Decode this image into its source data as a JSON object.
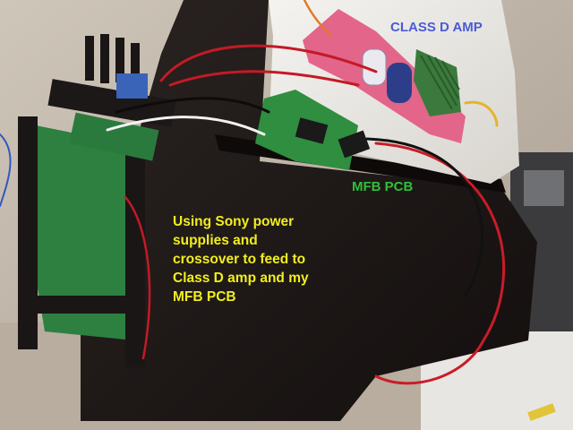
{
  "labels": {
    "class_d_amp": {
      "text": "CLASS D AMP",
      "color": "#4b5bd6"
    },
    "mfb_pcb": {
      "text": "MFB PCB",
      "color": "#2fbf3a"
    },
    "note": {
      "lines": [
        "Using Sony power",
        "supplies and",
        "crossover to feed to",
        "Class D amp and my",
        "MFB PCB"
      ],
      "color": "#f2ee1e"
    }
  },
  "colors": {
    "enclosure": "#1c1716",
    "foam": "#eceae6",
    "pcb_green": "#2e8b3d",
    "amp_board_pink": "#e66a8a",
    "heatsink": "#3c7a3e",
    "wire_red": "#c41c28",
    "wall": "#d9d2c8"
  }
}
